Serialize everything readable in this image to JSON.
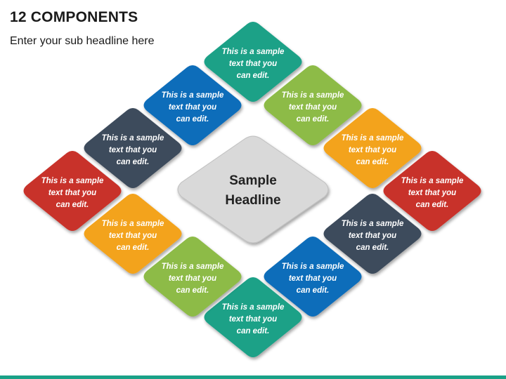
{
  "header": {
    "title": "12 COMPONENTS",
    "subtitle": "Enter your sub headline here"
  },
  "center": {
    "line1": "Sample",
    "line2": "Headline",
    "color": "#d9d9d9"
  },
  "components": [
    {
      "color": "#1aa187",
      "line1": "This is a sample",
      "line2": "text that you",
      "line3": "can edit."
    },
    {
      "color": "#8dbb46",
      "line1": "This is a sample",
      "line2": "text that you",
      "line3": "can edit."
    },
    {
      "color": "#f3a31e",
      "line1": "This is a sample",
      "line2": "text that you",
      "line3": "can edit."
    },
    {
      "color": "#c8332c",
      "line1": "This is a sample",
      "line2": "text that you",
      "line3": "can edit."
    },
    {
      "color": "#3d4b5c",
      "line1": "This is a sample",
      "line2": "text that you",
      "line3": "can edit."
    },
    {
      "color": "#0f6dba",
      "line1": "This is a sample",
      "line2": "text that you",
      "line3": "can edit."
    },
    {
      "color": "#1aa187",
      "line1": "This is a sample",
      "line2": "text that you",
      "line3": "can edit."
    },
    {
      "color": "#8dbb46",
      "line1": "This is a sample",
      "line2": "text that you",
      "line3": "can edit."
    },
    {
      "color": "#f3a31e",
      "line1": "This is a sample",
      "line2": "text that you",
      "line3": "can edit."
    },
    {
      "color": "#c8332c",
      "line1": "This is a sample",
      "line2": "text that you",
      "line3": "can edit."
    },
    {
      "color": "#3d4b5c",
      "line1": "This is a sample",
      "line2": "text that you",
      "line3": "can edit."
    },
    {
      "color": "#0f6dba",
      "line1": "This is a sample",
      "line2": "text that you",
      "line3": "can edit."
    }
  ],
  "accent_bar_color": "#1aa187"
}
